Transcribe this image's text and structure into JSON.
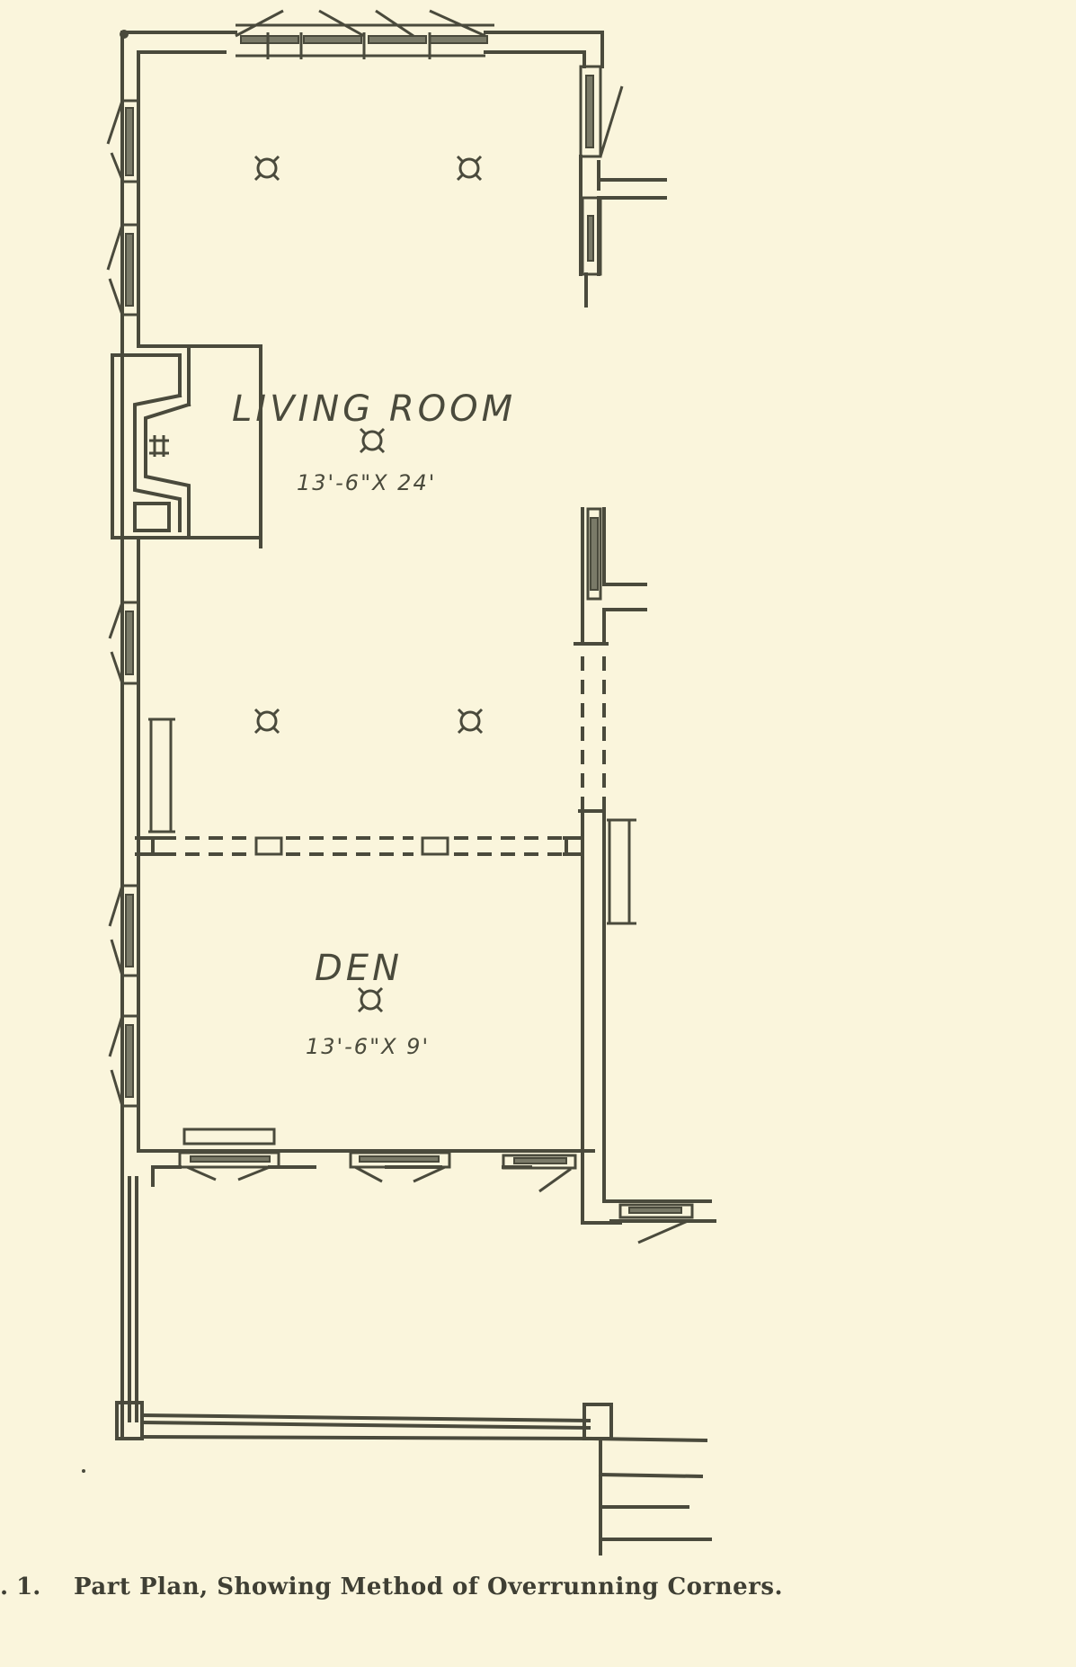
{
  "figure": {
    "number_fragment": ". 1.",
    "caption": "Part Plan, Showing Method of Overrunning Corners."
  },
  "rooms": [
    {
      "name": "LIVING ROOM",
      "dimensions": "13'-6\"X 24'"
    },
    {
      "name": "DEN",
      "dimensions": "13'-6\"X 9'"
    }
  ],
  "symbols": {
    "ceiling_light_icon": "ceiling-light-fixture",
    "fireplace_icon": "fireplace",
    "window_icon": "casement-window"
  },
  "colors": {
    "paper": "#faf5dc",
    "ink": "#4a4a3c"
  }
}
